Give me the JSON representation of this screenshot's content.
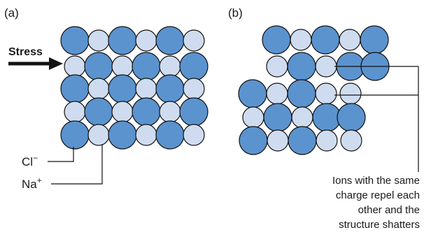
{
  "panels": {
    "a": {
      "label": "(a)"
    },
    "b": {
      "label": "(b)"
    }
  },
  "labels": {
    "stress": "Stress",
    "chloride": "Cl",
    "chloride_charge": "−",
    "sodium": "Na",
    "sodium_charge": "+",
    "caption_lines": [
      "Ions with the same",
      "charge repel each",
      "other and the",
      "structure shatters"
    ]
  },
  "colors": {
    "chloride_fill": "#5b93cf",
    "sodium_fill": "#cfdcf0",
    "stroke": "#111111",
    "arrow": "#111111"
  },
  "lattice_a": {
    "rows": [
      [
        "Cl",
        "Na",
        "Cl",
        "Na",
        "Cl",
        "Na"
      ],
      [
        "Na",
        "Cl",
        "Na",
        "Cl",
        "Na",
        "Cl"
      ],
      [
        "Cl",
        "Na",
        "Cl",
        "Na",
        "Cl",
        "Na"
      ],
      [
        "Na",
        "Cl",
        "Na",
        "Cl",
        "Na",
        "Cl"
      ],
      [
        "Cl",
        "Na",
        "Cl",
        "Na",
        "Cl",
        "Na"
      ]
    ]
  },
  "lattice_b": {
    "rows": [
      [
        "Cl",
        "Na",
        "Cl",
        "Na",
        "Cl"
      ],
      [
        "Na",
        "Cl",
        "Na",
        "Cl",
        "Cl"
      ],
      [
        "Cl",
        "Na",
        "Cl",
        "Na",
        "Na"
      ],
      [
        "Na",
        "Cl",
        "Na",
        "Cl",
        "Cl"
      ],
      [
        "Cl",
        "Na",
        "Cl",
        "Na",
        "Na"
      ]
    ]
  }
}
